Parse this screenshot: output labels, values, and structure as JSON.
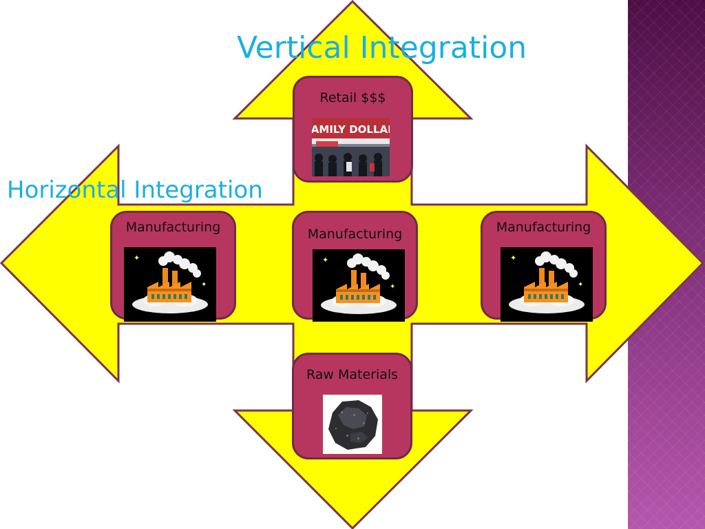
{
  "titles": {
    "vertical": "Vertical Integration",
    "horizontal": "Horizontal Integration"
  },
  "nodes": {
    "retail": {
      "label": "Retail $$$",
      "image": "family-dollar-storefront-photo"
    },
    "manufacturing_left": {
      "label": "Manufacturing",
      "image": "factory-icon"
    },
    "manufacturing_center": {
      "label": "Manufacturing",
      "image": "factory-icon"
    },
    "manufacturing_right": {
      "label": "Manufacturing",
      "image": "factory-icon"
    },
    "raw_materials": {
      "label": "Raw Materials",
      "image": "coal-lump-photo"
    }
  },
  "colors": {
    "arrow_fill": "#ffff00",
    "arrow_outline": "#7a3350",
    "box_fill": "#b7365f",
    "title_text": "#1aaee3",
    "side_band": "#7b2a72"
  }
}
